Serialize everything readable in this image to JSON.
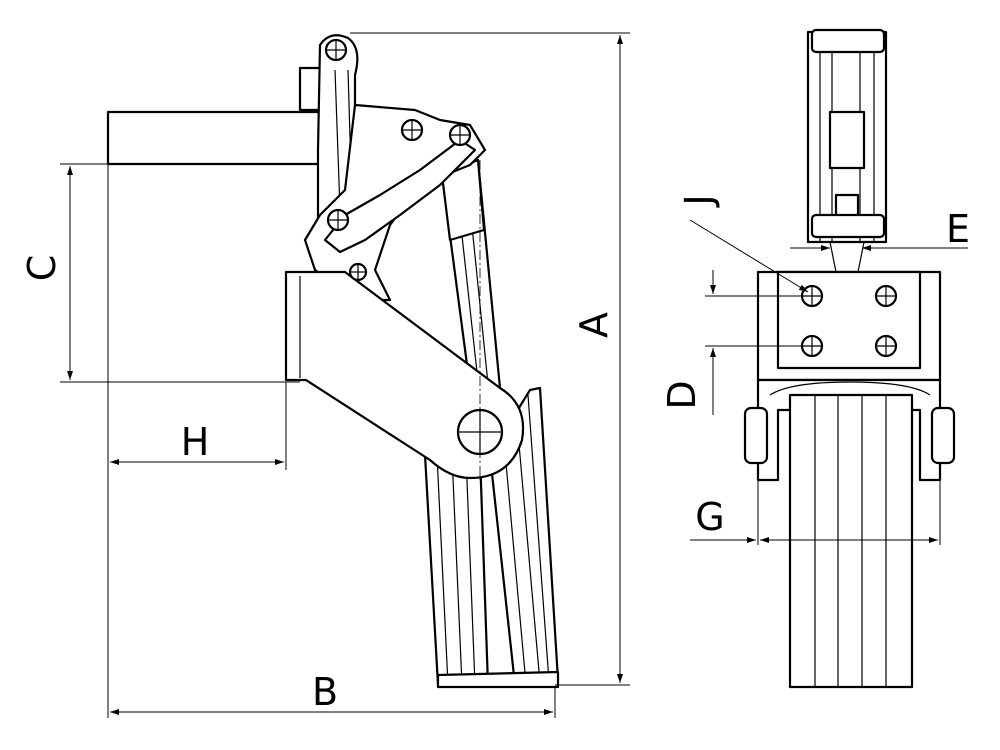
{
  "labels": {
    "A": "A",
    "B": "B",
    "C": "C",
    "D": "D",
    "E": "E",
    "G": "G",
    "H": "H",
    "J": "J"
  }
}
